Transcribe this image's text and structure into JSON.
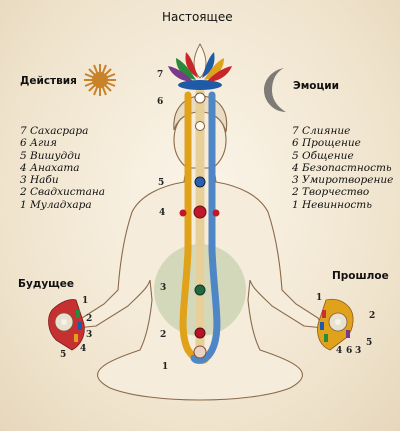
{
  "title": "Настоящее",
  "headings": {
    "actions": "Действия",
    "emotions": "Эмоции",
    "future": "Будущее",
    "past": "Прошлое"
  },
  "chakras_left": [
    "7 Сахасрара",
    "6 Агия",
    "5 Вишудди",
    "4 Анахата",
    "3 Наби",
    "2 Свадхистана",
    "1 Муладхара"
  ],
  "qualities_right": [
    "7 Слияние",
    "6 Прощение",
    "5 Общение",
    "4 Безопастность",
    "3 Умиротворение",
    "2 Творчество",
    "1 Невинность"
  ],
  "body_numbers": [
    "7",
    "6",
    "5",
    "4",
    "3",
    "2",
    "1"
  ],
  "left_hand_numbers": [
    "1",
    "2",
    "3",
    "4",
    "5"
  ],
  "right_hand_numbers": [
    "1",
    "2",
    "3",
    "4",
    "5",
    "6"
  ],
  "colors": {
    "left_channel": "#e0a21a",
    "right_channel": "#4f86c6",
    "central_channel": "#d8c08a",
    "sun": "#c9812a",
    "moon": "#7d7a77",
    "heart_circle": "#b7c9a0"
  },
  "icons": [
    "sun-icon",
    "moon-icon",
    "lotus-icon"
  ]
}
